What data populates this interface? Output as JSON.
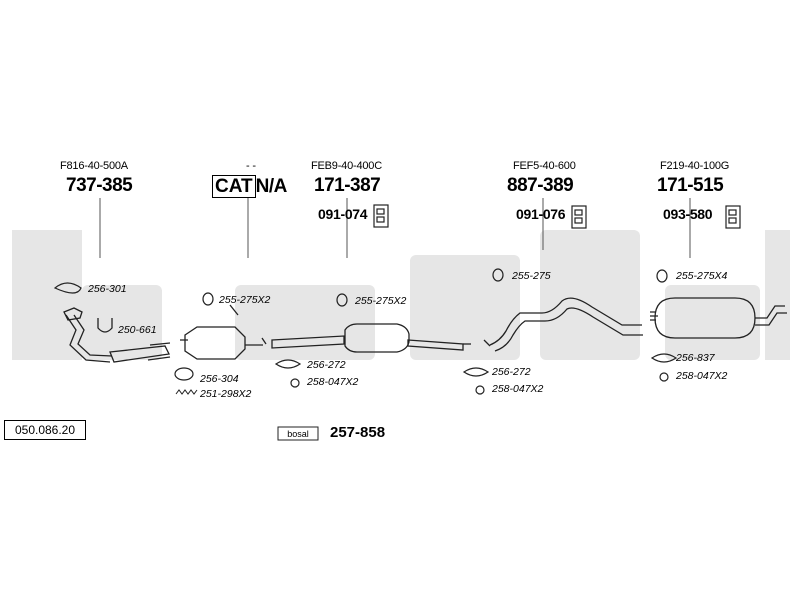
{
  "diagram": {
    "ref_number": "050.086.20",
    "watermark": "bosal",
    "kit": {
      "badge": "bosal",
      "number": "257-858"
    },
    "headers": [
      {
        "code": "F816-40-500A",
        "number": "737-385"
      },
      {
        "code": "- -",
        "cat": "CAT",
        "number": "N/A"
      },
      {
        "code": "FEB9-40-400C",
        "number": "171-387",
        "mount": "091-074"
      },
      {
        "code": "FEF5-40-600",
        "number": "887-389",
        "mount": "091-076"
      },
      {
        "code": "F219-40-100G",
        "number": "171-515",
        "mount": "093-580"
      }
    ],
    "parts": [
      "256-301",
      "250-661",
      "256-304",
      "251-298X2",
      "255-275X2",
      "255-275X2",
      "256-272",
      "258-047X2",
      "255-275",
      "256-272",
      "258-047X2",
      "255-275X4",
      "256-837",
      "258-047X2"
    ]
  }
}
